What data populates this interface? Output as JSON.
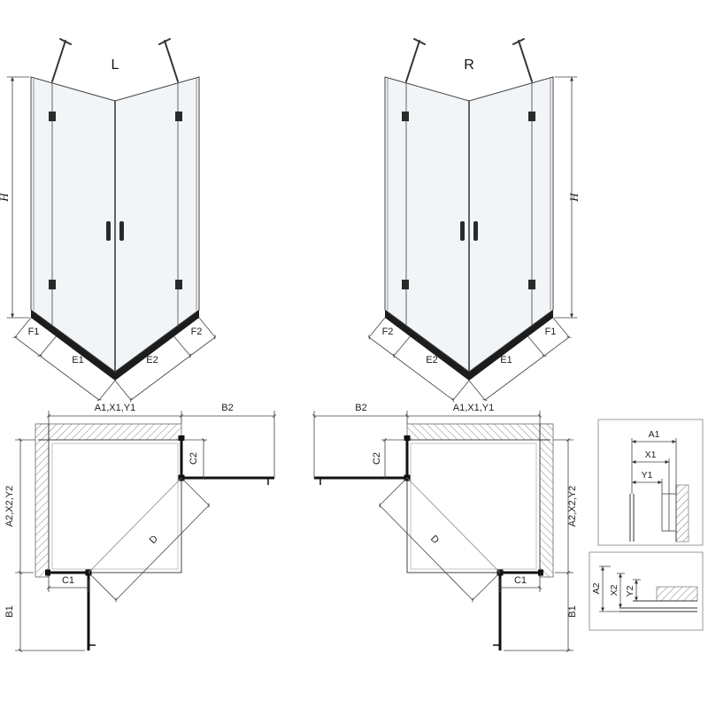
{
  "figure": {
    "iso_left": {
      "label": "L",
      "height": "H",
      "f1": "F1",
      "e1": "E1",
      "e2": "E2",
      "f2": "F2"
    },
    "iso_right": {
      "label": "R",
      "height": "H",
      "f1": "F1",
      "e1": "E1",
      "e2": "E2",
      "f2": "F2"
    },
    "plan_left": {
      "width": "A1,X1,Y1",
      "return": "B2",
      "depth": "A2,X2,Y2",
      "c1": "C1",
      "c2": "C2",
      "b1": "B1",
      "d": "D"
    },
    "plan_right": {
      "width": "A1,X1,Y1",
      "return": "B2",
      "depth": "A2,X2,Y2",
      "c1": "C1",
      "c2": "C2",
      "b1": "B1",
      "d": "D"
    },
    "detail_h": {
      "a1": "A1",
      "x1": "X1",
      "y1": "Y1"
    },
    "detail_v": {
      "a2": "A2",
      "x2": "X2",
      "y2": "Y2"
    },
    "colors": {
      "line": "#3a3a3a",
      "glass": "#f2f5f7",
      "tray": "#1c1c1c",
      "hatch": "#808080"
    }
  }
}
